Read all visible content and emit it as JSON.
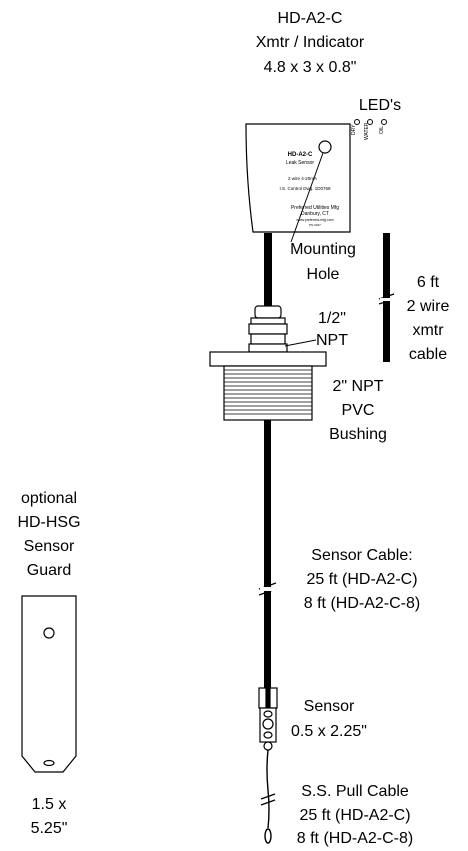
{
  "transmitter": {
    "model": "HD-A2-C",
    "description": "Xmtr / Indicator",
    "dimensions": "4.8 x 3 x 0.8\"",
    "leds_label": "LED's",
    "led_names": [
      "DRY",
      "WATER",
      "OIL"
    ],
    "face": {
      "model": "HD-A2-C",
      "subtitle": "Leak Sensor",
      "output": "2 wire 4-20mA",
      "ul_text": "I.S. Control Dwg. 1D0768",
      "maker_line1": "Preferred Utilities Mfg",
      "maker_line2": "Danbury, CT",
      "maker_url": "www.preferred-mfg.com",
      "part_code": "PN 0047"
    }
  },
  "mounting_hole": {
    "line1": "Mounting",
    "line2": "Hole"
  },
  "xmtr_cable": {
    "line1": "6 ft",
    "line2": "2 wire",
    "line3": "xmtr",
    "line4": "cable"
  },
  "npt_fitting": {
    "line1": "1/2\"",
    "line2": "NPT"
  },
  "bushing": {
    "line1": "2\" NPT",
    "line2": "PVC",
    "line3": "Bushing"
  },
  "sensor_cable": {
    "line1": "Sensor Cable:",
    "line2": "25 ft (HD-A2-C)",
    "line3": "8 ft (HD-A2-C-8)"
  },
  "sensor": {
    "line1": "Sensor",
    "line2": "0.5 x 2.25\""
  },
  "pull_cable": {
    "line1": "S.S. Pull Cable",
    "line2": "25 ft (HD-A2-C)",
    "line3": "8 ft (HD-A2-C-8)"
  },
  "guard": {
    "line1": "optional",
    "line2": "HD-HSG",
    "line3": "Sensor",
    "line4": "Guard",
    "dim1": "1.5 x",
    "dim2": "5.25\""
  }
}
